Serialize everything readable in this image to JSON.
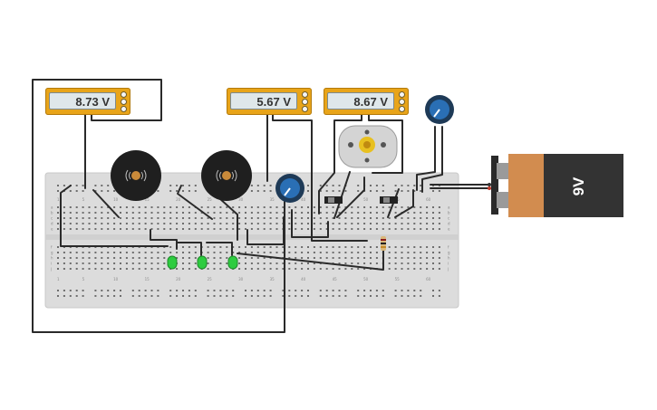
{
  "meters": [
    {
      "reading": "8.73 V"
    },
    {
      "reading": "5.67 V"
    },
    {
      "reading": "8.67 V"
    }
  ],
  "battery": {
    "label": "9V"
  },
  "breadboard": {
    "column_numbers": [
      "1",
      "5",
      "10",
      "15",
      "20",
      "25",
      "30",
      "35",
      "40",
      "45",
      "50",
      "55",
      "60"
    ],
    "row_letters_top": [
      "a",
      "b",
      "c",
      "d",
      "e"
    ],
    "row_letters_bottom": [
      "f",
      "g",
      "h",
      "i",
      "j"
    ]
  },
  "colors": {
    "wire": "#2a2a2a",
    "breadboard": "#dcdcdc",
    "meter": "#e8a419",
    "led": "#2ecc40",
    "battery_copper": "#d28c4f",
    "battery_body": "#333333",
    "potentiometer": "#2a6fb5"
  }
}
